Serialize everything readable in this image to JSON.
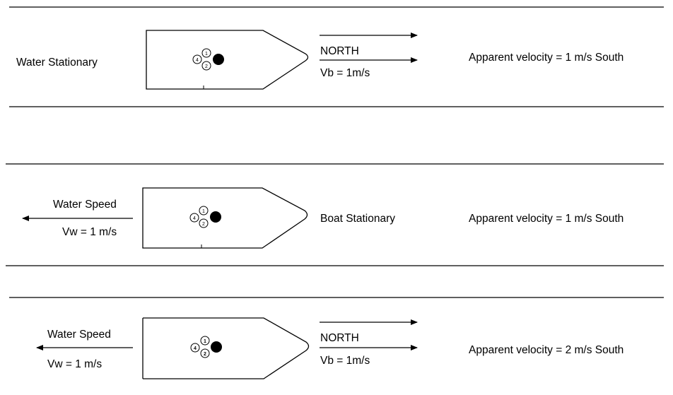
{
  "panels": [
    {
      "left_label": "Water Stationary",
      "left_value": "",
      "right_label": "NORTH",
      "right_value": "Vb = 1m/s",
      "result": "Apparent velocity = 1 m/s South",
      "transducers": [
        "1",
        "2",
        "4"
      ]
    },
    {
      "left_label": "Water Speed",
      "left_value": "Vw = 1 m/s",
      "right_label": "Boat Stationary",
      "right_value": "",
      "result": "Apparent velocity = 1 m/s South",
      "transducers": [
        "1",
        "2",
        "4"
      ]
    },
    {
      "left_label": "Water Speed",
      "left_value": "Vw = 1 m/s",
      "right_label": "NORTH",
      "right_value": "Vb = 1m/s",
      "result": "Apparent velocity = 2 m/s South",
      "transducers": [
        "1",
        "2",
        "4"
      ]
    }
  ],
  "colors": {
    "stroke": "#000000",
    "background": "#ffffff"
  }
}
